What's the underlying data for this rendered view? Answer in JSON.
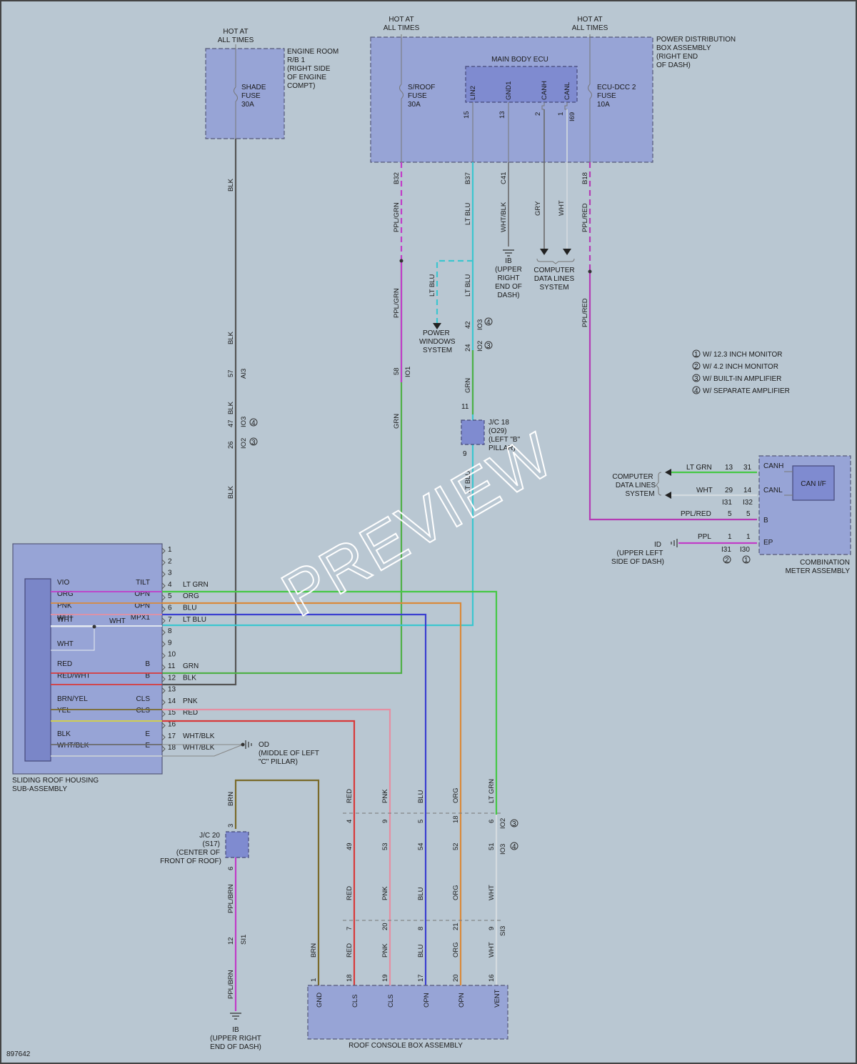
{
  "figure_id": "897642",
  "watermark": "PREVIEW",
  "legend": [
    {
      "num": "1",
      "text": "W/ 12.3 INCH MONITOR"
    },
    {
      "num": "2",
      "text": "W/ 4.2 INCH MONITOR"
    },
    {
      "num": "3",
      "text": "W/ BUILT-IN AMPLIFIER"
    },
    {
      "num": "4",
      "text": "W/ SEPARATE AMPLIFIER"
    }
  ],
  "hot_at_all_times": [
    "HOT AT",
    "ALL TIMES"
  ],
  "engine_room_rb": [
    "ENGINE ROOM",
    "R/B 1",
    "(RIGHT SIDE",
    "OF ENGINE",
    "COMPT)"
  ],
  "shade_fuse": [
    "SHADE",
    "FUSE",
    "30A"
  ],
  "pdb": [
    "POWER DISTRIBUTION",
    "BOX ASSEMBLY",
    "(RIGHT END",
    "OF DASH)"
  ],
  "main_body_ecu": "MAIN BODY ECU",
  "sroof_fuse": [
    "S/ROOF",
    "FUSE",
    "30A"
  ],
  "ecu_dcc_fuse": [
    "ECU-DCC 2",
    "FUSE",
    "10A"
  ],
  "ecu_pins": [
    {
      "name": "LIN2",
      "num": "15"
    },
    {
      "name": "GND1",
      "num": "13"
    },
    {
      "name": "CANH",
      "num": "2"
    },
    {
      "name": "CANL",
      "num": "1"
    }
  ],
  "i69": "I69",
  "conn": {
    "b32": "B32",
    "b37": "B37",
    "c41": "C41",
    "b18": "B18"
  },
  "ib_upper_right": [
    "IB",
    "(UPPER",
    "RIGHT",
    "END OF",
    "DASH)"
  ],
  "comp_data_lines": [
    "COMPUTER",
    "DATA LINES",
    "SYSTEM"
  ],
  "power_windows": [
    "POWER",
    "WINDOWS",
    "SYSTEM"
  ],
  "jc18": [
    "J/C 18",
    "(O29)",
    "(LEFT \"B\"",
    "PILLAR)"
  ],
  "jc20": [
    "J/C 20",
    "(S17)",
    "(CENTER OF",
    "FRONT OF ROOF)"
  ],
  "ib_bottom": [
    "IB",
    "(UPPER RIGHT",
    "END OF DASH)"
  ],
  "od_ground": [
    "OD",
    "(MIDDLE OF LEFT",
    "\"C\" PILLAR)"
  ],
  "id_ground": [
    "ID",
    "(UPPER LEFT",
    "SIDE OF DASH)"
  ],
  "sliding_roof": [
    "SLIDING ROOF HOUSING",
    "SUB-ASSEMBLY"
  ],
  "roof_console": "ROOF CONSOLE BOX ASSEMBLY",
  "combination_meter": [
    "COMBINATION",
    "METER ASSEMBLY"
  ],
  "can_if": "CAN I/F",
  "colors": {
    "blk": "#555555",
    "grn": "#4fb047",
    "ltblu": "#3cc6cf",
    "blu": "#3b3fd0",
    "org": "#d98a3c",
    "pnk": "#e58fa2",
    "red": "#d83a3a",
    "vio": "#c03cc8",
    "ltgrn": "#45c845",
    "yel": "#d8d33c",
    "brn": "#7a6a2a",
    "ppl": "#b43cb4",
    "wht": "#e8eef2"
  },
  "sliding_pins": [
    {
      "num": "1",
      "wire": "",
      "left": "",
      "right": ""
    },
    {
      "num": "2",
      "wire": "",
      "left": "",
      "right": ""
    },
    {
      "num": "3",
      "wire": "",
      "left": "",
      "right": ""
    },
    {
      "num": "4",
      "wire": "LT GRN",
      "left": "VIO",
      "right": "TILT"
    },
    {
      "num": "5",
      "wire": "ORG",
      "left": "ORG",
      "right": "OPN"
    },
    {
      "num": "6",
      "wire": "BLU",
      "left": "PNK",
      "right": "OPN"
    },
    {
      "num": "7",
      "wire": "LT BLU",
      "left": "WHT",
      "right": "MPX1"
    },
    {
      "num": "8",
      "wire": "",
      "left": "",
      "right": ""
    },
    {
      "num": "9",
      "wire": "",
      "left": "",
      "right": ""
    },
    {
      "num": "10",
      "wire": "",
      "left": "",
      "right": ""
    },
    {
      "num": "11",
      "wire": "GRN",
      "left": "RED",
      "right": "B"
    },
    {
      "num": "12",
      "wire": "BLK",
      "left": "RED/WHT",
      "right": "B"
    },
    {
      "num": "13",
      "wire": "",
      "left": "",
      "right": ""
    },
    {
      "num": "14",
      "wire": "PNK",
      "left": "BRN/YEL",
      "right": "CLS"
    },
    {
      "num": "15",
      "wire": "RED",
      "left": "YEL",
      "right": "CLS"
    },
    {
      "num": "16",
      "wire": "",
      "left": "",
      "right": ""
    },
    {
      "num": "17",
      "wire": "WHT/BLK",
      "left": "BLK",
      "right": "E"
    },
    {
      "num": "18",
      "wire": "WHT/BLK",
      "left": "WHT/BLK",
      "right": "E"
    }
  ],
  "inner_wht": [
    "WHT",
    "WHT",
    "WHT"
  ],
  "console_pins": [
    {
      "name": "GND",
      "num": "1",
      "wire": "BRN"
    },
    {
      "name": "CLS",
      "num": "18",
      "wire": "RED"
    },
    {
      "name": "CLS",
      "num": "19",
      "wire": "PNK"
    },
    {
      "name": "OPN",
      "num": "17",
      "wire": "BLU"
    },
    {
      "name": "OPN",
      "num": "20",
      "wire": "ORG"
    },
    {
      "name": "VENT",
      "num": "16",
      "wire": "WHT"
    }
  ],
  "console_wires_top": [
    {
      "wire": "RED",
      "num": "4"
    },
    {
      "wire": "PNK",
      "num": "9"
    },
    {
      "wire": "BLU",
      "num": "5"
    },
    {
      "wire": "ORG",
      "num": "18"
    },
    {
      "wire": "LT GRN",
      "num": "6"
    }
  ],
  "console_mid_nums": [
    "49",
    "53",
    "54",
    "52",
    "51"
  ],
  "console_mid_wires": [
    "RED",
    "PNK",
    "BLU",
    "ORG",
    "WHT"
  ],
  "console_low_nums": [
    "7",
    "20",
    "8",
    "21",
    "9"
  ],
  "conn_io2": "IO2",
  "conn_io3": "IO3",
  "conn_si3": "SI3",
  "conn_si1": "SI1",
  "blk_wire": {
    "label": "BLK",
    "n57": "57",
    "ai3": "AI3",
    "n47": "47",
    "n26": "26"
  },
  "wire_labels": {
    "ppl_grn": "PPL/GRN",
    "lt_blu": "LT BLU",
    "wht_blk": "WHT/BLK",
    "gry": "GRY",
    "wht": "WHT",
    "ppl_red": "PPL/RED",
    "grn": "GRN",
    "brn": "BRN",
    "ppl_brn": "PPL/BRN"
  },
  "n58": "58",
  "io1": "IO1",
  "n42": "42",
  "n24": "24",
  "n11": "11",
  "n9": "9",
  "jc20_nums": {
    "top": "3",
    "bottom": "6",
    "si1_num": "12"
  },
  "meter_pins": [
    {
      "name": "CANH",
      "wire": "LT GRN",
      "a": "13",
      "b": "31"
    },
    {
      "name": "CANL",
      "wire": "WHT",
      "a": "29",
      "b": "14"
    },
    {
      "name": "B",
      "wire": "PPL/RED",
      "a": "5",
      "b": "5"
    },
    {
      "name": "EP",
      "wire": "PPL",
      "a": "1",
      "b": "1"
    }
  ],
  "meter_conn": {
    "i31": "I31",
    "i32": "I32",
    "i30": "I30"
  },
  "meter_circle": {
    "i31": "2",
    "i30": "1"
  }
}
